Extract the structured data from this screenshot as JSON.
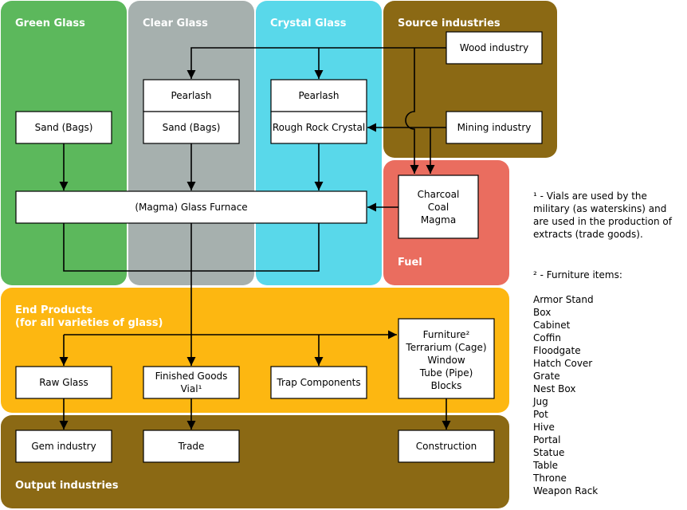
{
  "colors": {
    "green_glass": "#5cb85c",
    "clear_glass": "#a6b0ae",
    "crystal_glass": "#59d8ea",
    "source_industries": "#8b6914",
    "fuel": "#ea6d5f",
    "end_products": "#fdb711",
    "output_industries": "#8b6914"
  },
  "regions": {
    "green_glass": "Green Glass",
    "clear_glass": "Clear Glass",
    "crystal_glass": "Crystal Glass",
    "source_industries": "Source industries",
    "fuel": "Fuel",
    "end_products_line1": "End Products",
    "end_products_line2": "(for all varieties of glass)",
    "output_industries": "Output industries"
  },
  "boxes": {
    "wood_industry": "Wood industry",
    "mining_industry": "Mining industry",
    "pearlash_clear": "Pearlash",
    "pearlash_crystal": "Pearlash",
    "sand_green": "Sand (Bags)",
    "sand_clear": "Sand (Bags)",
    "rough_rock_crystal": "Rough Rock Crystal",
    "fuel_charcoal": "Charcoal",
    "fuel_coal": "Coal",
    "fuel_magma": "Magma",
    "glass_furnace": "(Magma) Glass Furnace",
    "raw_glass": "Raw Glass",
    "finished_goods": "Finished Goods",
    "vial": "Vial¹",
    "trap_components": "Trap Components",
    "furniture": "Furniture²",
    "terrarium": "Terrarium (Cage)",
    "window": "Window",
    "tube": "Tube (Pipe)",
    "blocks": "Blocks",
    "gem_industry": "Gem industry",
    "trade": "Trade",
    "construction": "Construction"
  },
  "notes": {
    "note1": "¹ - Vials are used by the military (as waterskins) and are used in the production of extracts (trade goods).",
    "note2": "² - Furniture items:",
    "furniture_items": [
      "Armor Stand",
      "Box",
      "Cabinet",
      "Coffin",
      "Floodgate",
      "Hatch Cover",
      "Grate",
      "Nest Box",
      "Jug",
      "Pot",
      "Hive",
      "Portal",
      "Statue",
      "Table",
      "Throne",
      "Weapon Rack"
    ]
  }
}
